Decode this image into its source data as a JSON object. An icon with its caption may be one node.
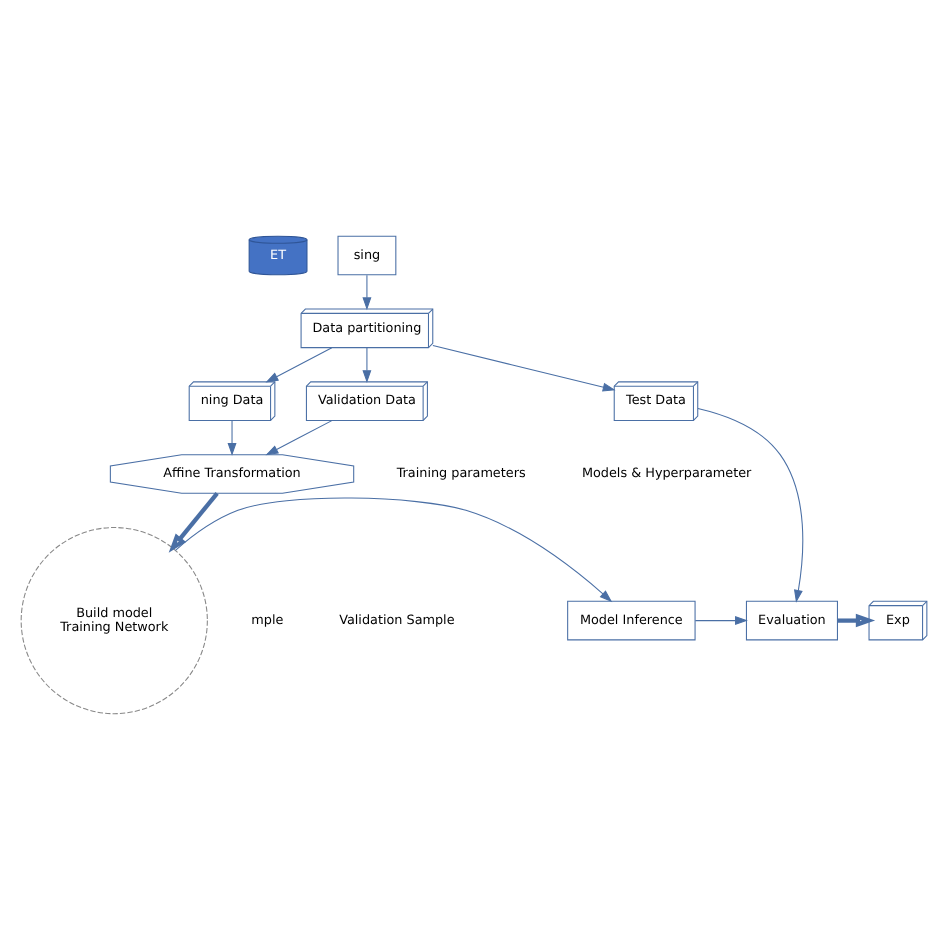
{
  "diagram": {
    "nodes": [
      {
        "text": [
          "ET"
        ]
      },
      {
        "text": [
          "sing"
        ]
      },
      {
        "text": [
          "Data partitioning"
        ]
      },
      {
        "text": [
          "ning Data"
        ]
      },
      {
        "text": [
          "Validation Data"
        ]
      },
      {
        "text": [
          "Test Data"
        ]
      },
      {
        "text": [
          "Affine Transformation"
        ]
      },
      {
        "text": [
          "Build model",
          "Training Network"
        ]
      },
      {
        "text": [
          "Model Inference"
        ]
      },
      {
        "text": [
          "Evaluation"
        ]
      },
      {
        "text": [
          "Exp"
        ]
      }
    ],
    "edges": [
      {
        "from": 1,
        "to": 2,
        "arrow": "to"
      },
      {
        "from": 2,
        "to": 3,
        "arrow": "to"
      },
      {
        "from": 2,
        "to": 4,
        "arrow": "to"
      },
      {
        "from": 2,
        "to": 5,
        "arrow": "to"
      },
      {
        "from": 3,
        "to": 6,
        "arrow": "to"
      },
      {
        "from": 4,
        "to": 6,
        "arrow": "to"
      },
      {
        "from": 6,
        "to": 7,
        "arrow": "to",
        "style": "thick"
      },
      {
        "from": 7,
        "to": 8,
        "arrow": "to"
      },
      {
        "from": 5,
        "to": 9,
        "arrow": "to"
      },
      {
        "from": 8,
        "to": 9,
        "arrow": "to"
      },
      {
        "from": 9,
        "to": 10,
        "arrow": "to",
        "style": "thick"
      }
    ],
    "labels": [
      "mple",
      "Validation Sample",
      "Training parameters",
      "Models & Hyperparameter"
    ]
  }
}
